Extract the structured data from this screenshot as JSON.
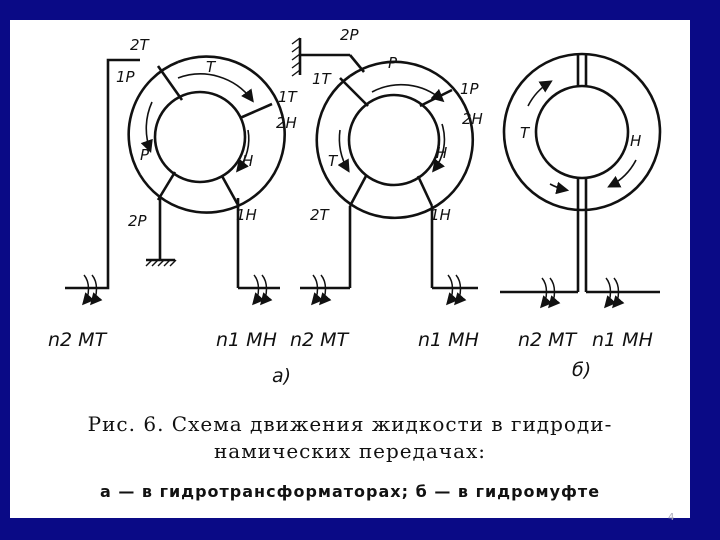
{
  "diagram": {
    "labels_a1": [
      "2T",
      "1P",
      "T",
      "1T",
      "2H",
      "P",
      "H",
      "2P",
      "1H"
    ],
    "labels_a2": [
      "2P",
      "1T",
      "P",
      "1P",
      "2H",
      "T",
      "H",
      "2T",
      "1H"
    ],
    "labels_b": [
      "T",
      "H"
    ],
    "shafts": {
      "n2_mt_1": "n2  MT",
      "n1_mh_1": "n1  MH",
      "n2_mt_2": "n2  MT",
      "n1_mh_2": "n1  MH",
      "n2_mt_3": "n2  MT",
      "n1_mh_3": "n1  MH"
    },
    "part_a": "a)",
    "part_b": "б)"
  },
  "caption": {
    "line1": "Рис.  6.  Схема  движения  жидкости  в  гидроди-",
    "line2": "намических  передачах:",
    "line3": "а — в  гидротрансформаторах;  б — в  гидромуфте"
  },
  "page_number": "4",
  "colors": {
    "background": "#0a0a86",
    "panel": "#ffffff",
    "ink": "#111111"
  }
}
